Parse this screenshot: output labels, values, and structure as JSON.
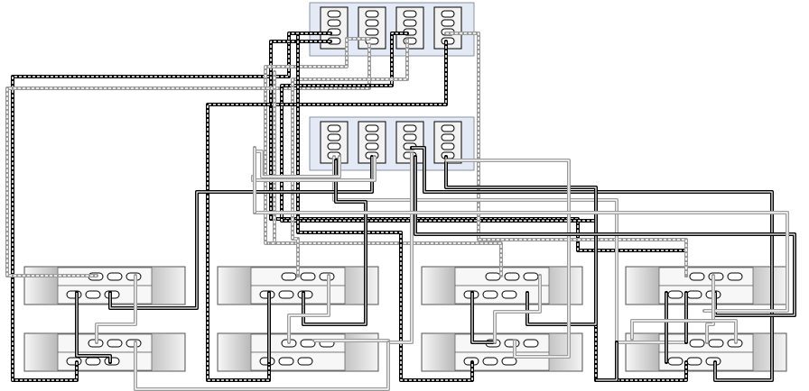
{
  "controller_nodes": [
    {
      "id": "node-top",
      "slots": 4,
      "ports_per_slot": 4
    },
    {
      "id": "node-bottom",
      "slots": 4,
      "ports_per_slot": 4
    }
  ],
  "storage_shelves": [
    {
      "id": "shelf-1-1",
      "iom_ports": 3,
      "controllers": 2
    },
    {
      "id": "shelf-1-2",
      "iom_ports": 3,
      "controllers": 2
    },
    {
      "id": "shelf-2-1",
      "iom_ports": 3,
      "controllers": 2
    },
    {
      "id": "shelf-2-2",
      "iom_ports": 3,
      "controllers": 2
    },
    {
      "id": "shelf-3-1",
      "iom_ports": 3,
      "controllers": 2
    },
    {
      "id": "shelf-3-2",
      "iom_ports": 3,
      "controllers": 2
    },
    {
      "id": "shelf-4-1",
      "iom_ports": 3,
      "controllers": 2
    },
    {
      "id": "shelf-4-2",
      "iom_ports": 3,
      "controllers": 2
    }
  ],
  "cable_styles": {
    "black_solid": "#000000",
    "black_dashed": "#000000",
    "gray_solid": "#9a9a9a",
    "gray_dashed": "#9a9a9a"
  },
  "colors": {
    "node_fill": "#e3e9f5",
    "node_stroke": "#8a93a8",
    "card_fill": "#f2f2f2",
    "shelf_fill": "#e6e6e6",
    "psu_light": "#f4f4f4",
    "psu_dark": "#bdbdbd"
  }
}
